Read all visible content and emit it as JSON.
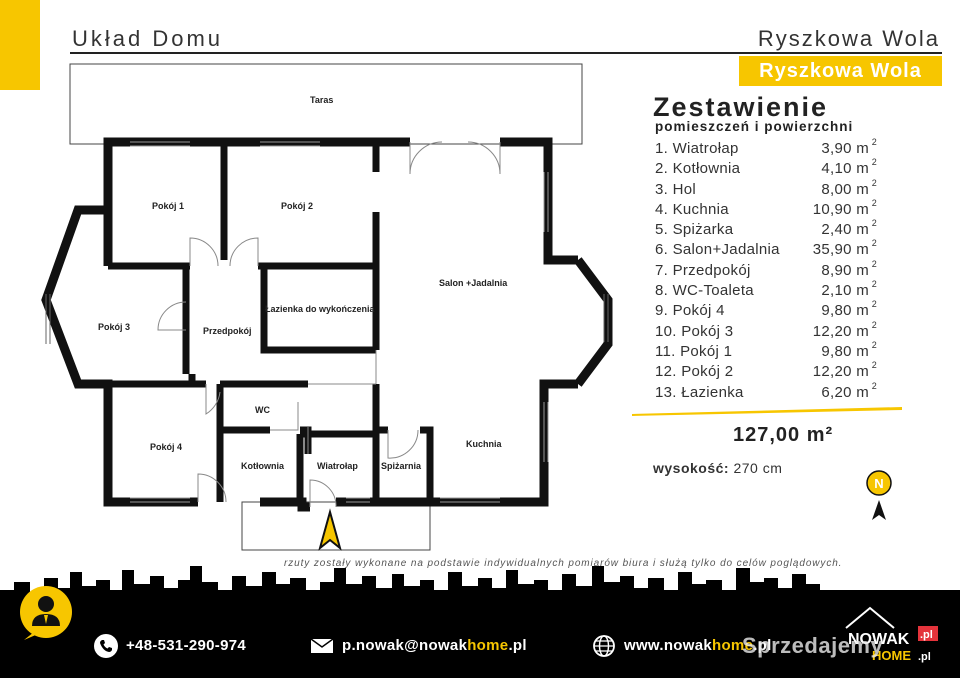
{
  "header": {
    "title": "Układ Domu",
    "city": "Ryszkowa Wola",
    "city_badge": "Ryszkowa Wola"
  },
  "plan": {
    "rooms": {
      "taras": "Taras",
      "pokoj1": "Pokój 1",
      "pokoj2": "Pokój 2",
      "pokoj3": "Pokój 3",
      "pokoj4": "Pokój 4",
      "salon": "Salon +Jadalnia",
      "lazienka": "Łazienka do wykończenia",
      "przedpokoj": "Przedpokój",
      "wc": "WC",
      "kotlownia": "Kotłownia",
      "wiatrolap": "Wiatrołap",
      "spizarnia": "Spiżarnia",
      "kuchnia": "Kuchnia"
    }
  },
  "summary": {
    "title": "Zestawienie",
    "subtitle": "pomieszczeń i powierzchni",
    "unit": "m²",
    "rooms": [
      {
        "name": "1. Wiatrołap",
        "area": "3,90 m"
      },
      {
        "name": "2. Kotłownia",
        "area": "4,10 m"
      },
      {
        "name": "3. Hol",
        "area": "8,00 m"
      },
      {
        "name": "4. Kuchnia",
        "area": "10,90 m"
      },
      {
        "name": "5. Spiżarka",
        "area": "2,40 m"
      },
      {
        "name": "6. Salon+Jadalnia",
        "area": "35,90 m"
      },
      {
        "name": "7. Przedpokój",
        "area": "8,90 m"
      },
      {
        "name": "8. WC-Toaleta",
        "area": "2,10 m"
      },
      {
        "name": "9. Pokój 4",
        "area": "9,80 m"
      },
      {
        "name": "10. Pokój 3",
        "area": "12,20 m"
      },
      {
        "name": "11. Pokój 1",
        "area": "9,80 m"
      },
      {
        "name": "12. Pokój  2",
        "area": "12,20 m"
      },
      {
        "name": "13. Łazienka",
        "area": "6,20 m"
      }
    ],
    "total": "127,00 m²",
    "height_label": "wysokość:",
    "height_value": "270 cm",
    "north": "N"
  },
  "disclaimer": "rzuty zostały wykonane na podstawie indywidualnych pomiarów biura i służą tylko do celów poglądowych.",
  "footer": {
    "phone": "+48-531-290-974",
    "email_a": "p.nowak@nowak",
    "email_b": "home",
    "email_c": ".pl",
    "web_a": "www.nowak",
    "web_b": "home",
    "web_c": ".pl",
    "logo_top": "NOWAK",
    "logo_pl": ".pl",
    "logo_bottom": "HOME",
    "logo_bottom_pl": ".pl",
    "watermark": "Sprzedajemy"
  },
  "colors": {
    "accent": "#f7c600",
    "wall": "#111111",
    "text": "#222222"
  }
}
